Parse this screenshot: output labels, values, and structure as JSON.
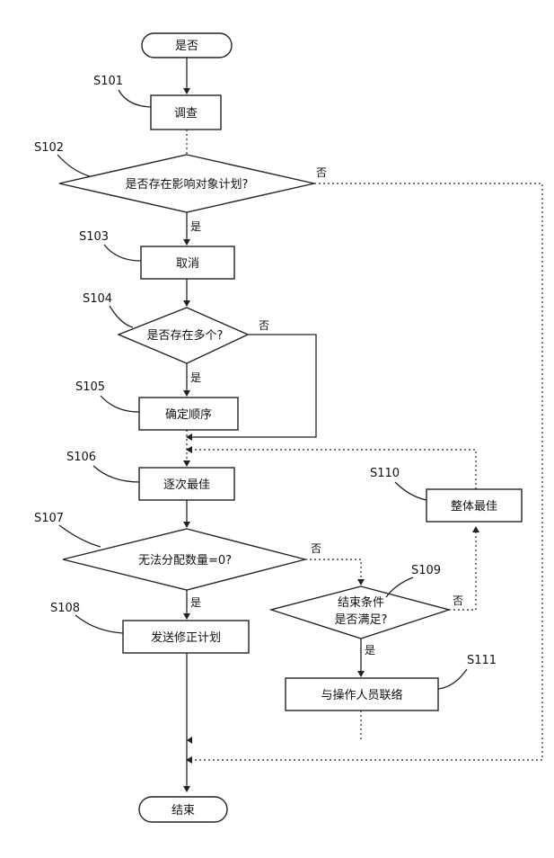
{
  "nodes": {
    "start": "是否",
    "s101": "调查",
    "s102": "是否存在影响对象计划?",
    "s103": "取消",
    "s104": "是否存在多个?",
    "s105": "确定顺序",
    "s106": "逐次最佳",
    "s107": "无法分配数量=0?",
    "s108": "发送修正计划",
    "s109_line1": "结束条件",
    "s109_line2": "是否满足?",
    "s110": "整体最佳",
    "s111": "与操作人员联络",
    "end": "结束"
  },
  "steps": {
    "s101": "S101",
    "s102": "S102",
    "s103": "S103",
    "s104": "S104",
    "s105": "S105",
    "s106": "S106",
    "s107": "S107",
    "s108": "S108",
    "s109": "S109",
    "s110": "S110",
    "s111": "S111"
  },
  "branch_labels": {
    "s102_yes": "是",
    "s102_no": "否",
    "s104_yes": "是",
    "s104_no": "否",
    "s107_yes": "是",
    "s107_no": "否",
    "s109_yes": "是",
    "s109_no": "否"
  }
}
